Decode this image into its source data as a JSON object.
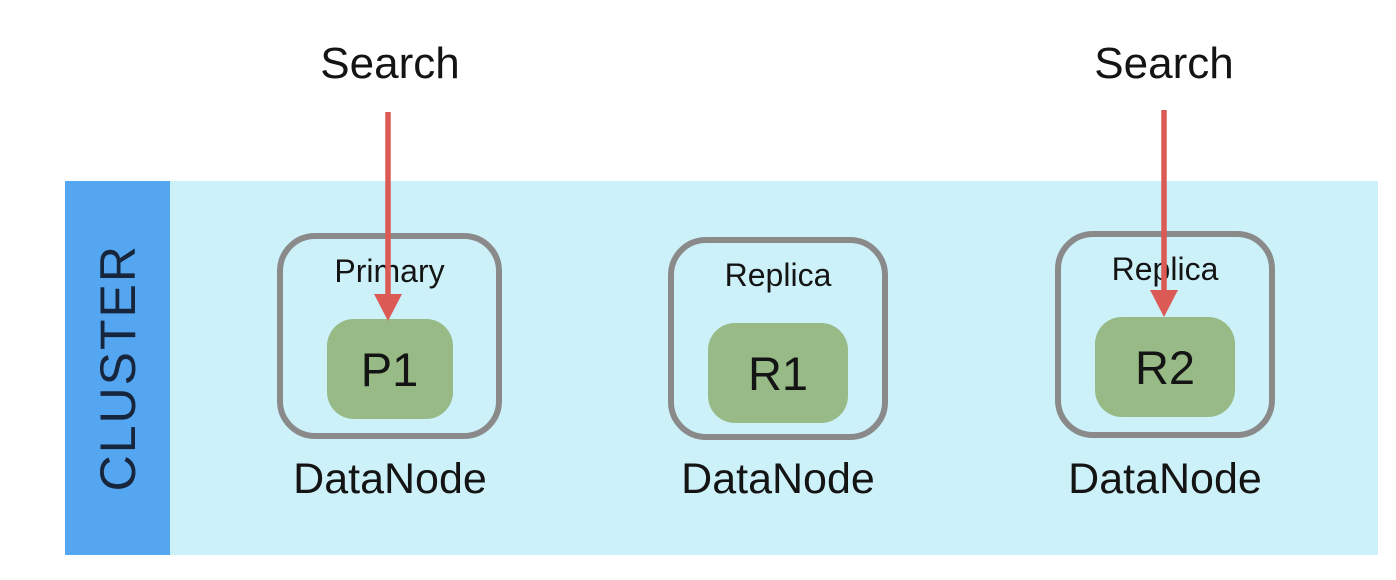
{
  "diagram": {
    "cluster_label": "CLUSTER",
    "nodes": [
      {
        "shard_type": "Primary",
        "shard_id": "P1",
        "caption": "DataNode"
      },
      {
        "shard_type": "Replica",
        "shard_id": "R1",
        "caption": "DataNode"
      },
      {
        "shard_type": "Replica",
        "shard_id": "R2",
        "caption": "DataNode"
      }
    ],
    "search_arrows": [
      {
        "label": "Search",
        "target_shard": "P1"
      },
      {
        "label": "Search",
        "target_shard": "R2"
      }
    ]
  },
  "colors": {
    "cluster-sidebar": "#55a6f0",
    "cluster-bg": "#cdf1f9",
    "cluster-label-text": "#17263c",
    "node-border": "#8a8a8a",
    "shard-fill": "#97ba87",
    "arrow": "#dc5a55",
    "text": "#141414",
    "page-bg": "#ffffff"
  }
}
